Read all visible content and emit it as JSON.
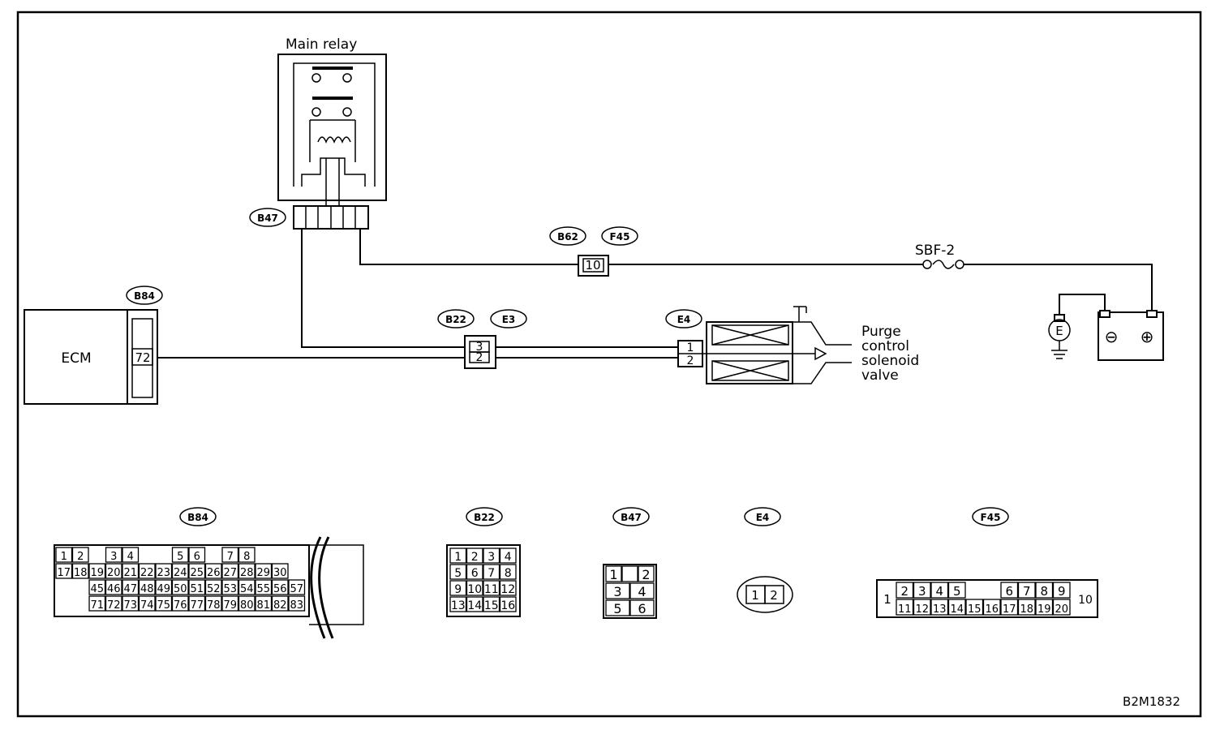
{
  "figure_code": "B2M1832",
  "components": {
    "main_relay": "Main relay",
    "ecm": "ECM",
    "fuse": "SBF-2",
    "solenoid_label_lines": [
      "Purge",
      "control",
      "solenoid",
      "valve"
    ],
    "ground_symbol": "E",
    "battery_minus": "⊖",
    "battery_plus": "⊕"
  },
  "connector_tags": {
    "b47": "B47",
    "b84": "B84",
    "b62": "B62",
    "f45": "F45",
    "b22": "B22",
    "e3": "E3",
    "e4": "E4"
  },
  "wire_pins": {
    "ecm_pin": "72",
    "fuse_conn_pin": "10",
    "b22_pin_top": "3",
    "b22_pin_bottom": "2",
    "e4_pin_top": "1",
    "e4_pin_bottom": "2"
  },
  "connector_views": {
    "b84_tag": "B84",
    "b84_rows": [
      [
        "1",
        "2",
        "",
        "3",
        "4",
        "",
        "",
        "5",
        "6",
        "",
        "7",
        "8",
        "",
        ""
      ],
      [
        "17",
        "18",
        "19",
        "20",
        "21",
        "22",
        "23",
        "24",
        "25",
        "26",
        "27",
        "28",
        "29",
        "30"
      ],
      [
        "",
        "",
        "45",
        "46",
        "47",
        "48",
        "49",
        "50",
        "51",
        "52",
        "53",
        "54",
        "55",
        "56",
        "57"
      ],
      [
        "",
        "",
        "71",
        "72",
        "73",
        "74",
        "75",
        "76",
        "77",
        "78",
        "79",
        "80",
        "81",
        "82",
        "83"
      ]
    ],
    "b22_tag": "B22",
    "b22_rows": [
      [
        "1",
        "2",
        "3",
        "4"
      ],
      [
        "5",
        "6",
        "7",
        "8"
      ],
      [
        "9",
        "10",
        "11",
        "12"
      ],
      [
        "13",
        "14",
        "15",
        "16"
      ]
    ],
    "b47_tag": "B47",
    "b47_rows": [
      [
        "1",
        "",
        "2"
      ],
      [
        "3",
        "4"
      ],
      [
        "5",
        "6"
      ]
    ],
    "e4_tag": "E4",
    "e4_pins": [
      "1",
      "2"
    ],
    "f45_tag": "F45",
    "f45_left": "1",
    "f45_right": "10",
    "f45_top": [
      "2",
      "3",
      "4",
      "5",
      "",
      "",
      "6",
      "7",
      "8",
      "9"
    ],
    "f45_bottom": [
      "11",
      "12",
      "13",
      "14",
      "15",
      "16",
      "17",
      "18",
      "19",
      "20"
    ]
  }
}
